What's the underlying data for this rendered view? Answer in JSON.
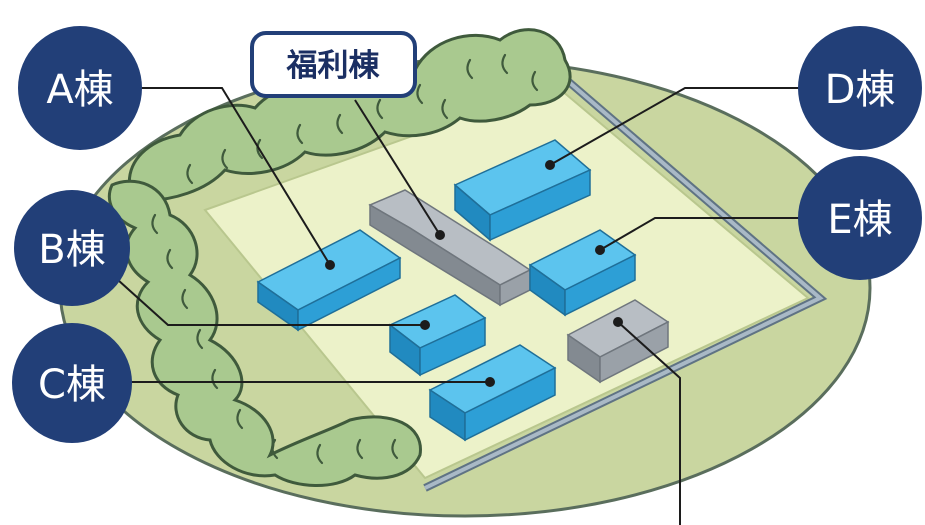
{
  "labels": {
    "a": "A棟",
    "b": "B棟",
    "c": "C棟",
    "d": "D棟",
    "e": "E棟",
    "welfare": "福利棟"
  },
  "colors": {
    "ground": "#c9d6a0",
    "ground_edge": "#5a6e5d",
    "yard": "#ecf2c9",
    "trees": "#a9c98f",
    "tree_outline": "#3f5a3c",
    "fence": "#8a9dac",
    "building_blue_top": "#5cc4ee",
    "building_blue_front": "#2d9fd6",
    "building_blue_side": "#218ac0",
    "building_gray_top": "#b8bec4",
    "building_gray_front": "#9aa1a8",
    "building_gray_side": "#838a91",
    "label_circle": "#223f78",
    "label_box_border": "#223f78"
  }
}
